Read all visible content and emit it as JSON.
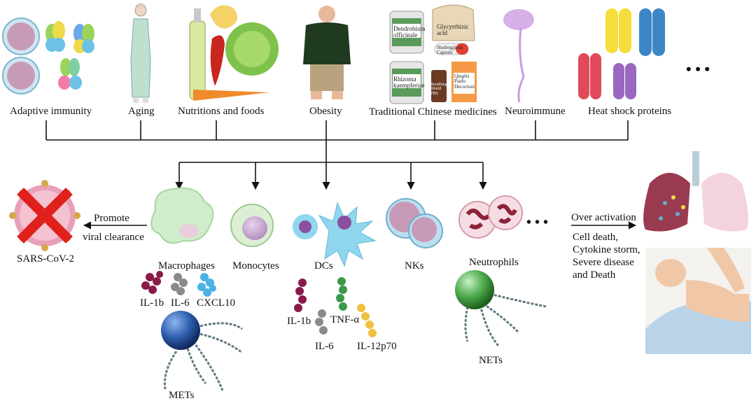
{
  "top_factors": [
    "Adaptive immunity",
    "Aging",
    "Nutritions and foods",
    "Obesity",
    "Traditional Chinese medicines",
    "Neuroimmune",
    "Heat shock proteins"
  ],
  "top_more": "• • •",
  "tcm_items": {
    "jar1": "Dendrobium officinale",
    "jar2": "Rhizoma kaempferiae",
    "bag": "Glycyrrhizic acid",
    "capsule": "Shufengjiedu Capsule",
    "bottle": "Breathing Shield PBS",
    "box": "Qingfei Paidu Decoction"
  },
  "cells": [
    "Macrophages",
    "Monocytes",
    "DCs",
    "NKs",
    "Neutrophils"
  ],
  "cells_more": "• • •",
  "macrophage_cytokines": [
    "IL-1b",
    "IL-6",
    "CXCL10"
  ],
  "dc_cytokines": {
    "a": "IL-1b",
    "b": "TNF-α",
    "c": "IL-6",
    "d": "IL-12p70"
  },
  "traps": {
    "macrophage": "METs",
    "neutrophil": "NETs"
  },
  "virus": {
    "label": "SARS-CoV-2",
    "arrow_line1": "Promote",
    "arrow_line2": "viral clearance"
  },
  "outcome": {
    "arrow_label": "Over activation",
    "lines": [
      "Cell death,",
      "Cytokine storm,",
      "Severe disease",
      "and Death"
    ]
  }
}
